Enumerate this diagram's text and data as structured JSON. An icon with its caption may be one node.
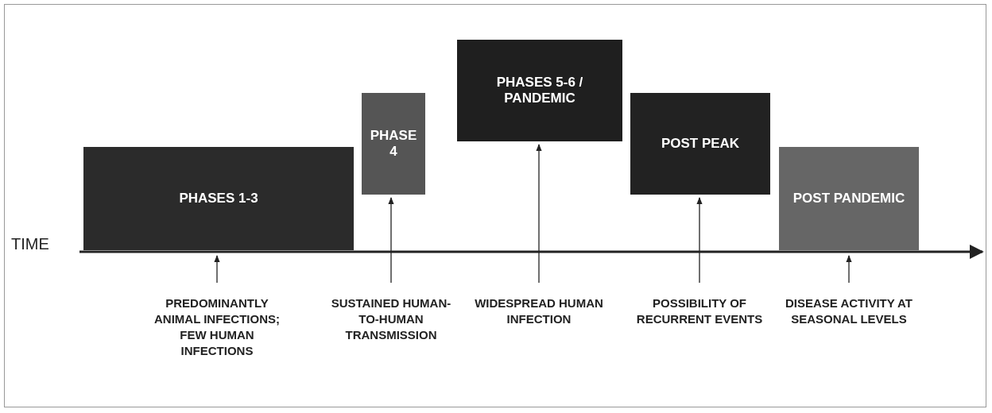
{
  "diagram": {
    "nodes": [
      {
        "text": [
          "PHASES 1-3"
        ]
      },
      {
        "text": [
          "PHASE 4"
        ]
      },
      {
        "text": [
          "PHASES 5-6 / PANDEMIC"
        ]
      },
      {
        "text": [
          "POST PEAK"
        ]
      },
      {
        "text": [
          "POST PANDEMIC"
        ]
      },
      {
        "text": [
          "PREDOMINANTLY ANIMAL INFECTIONS; FEW HUMAN INFECTIONS"
        ]
      },
      {
        "text": [
          "SUSTAINED HUMAN-TO-HUMAN TRANSMISSION"
        ]
      },
      {
        "text": [
          "WIDESPREAD HUMAN INFECTION"
        ]
      },
      {
        "text": [
          "POSSIBILITY OF RECURRENT EVENTS"
        ]
      },
      {
        "text": [
          "DISEASE ACTIVITY AT SEASONAL LEVELS"
        ]
      }
    ],
    "edges": [
      {
        "from": 5,
        "to": 0,
        "arrow": "to"
      },
      {
        "from": 6,
        "to": 1,
        "arrow": "to"
      },
      {
        "from": 7,
        "to": 2,
        "arrow": "to"
      },
      {
        "from": 8,
        "to": 3,
        "arrow": "to"
      },
      {
        "from": 9,
        "to": 4,
        "arrow": "to"
      }
    ],
    "labels": [
      "TIME"
    ]
  }
}
